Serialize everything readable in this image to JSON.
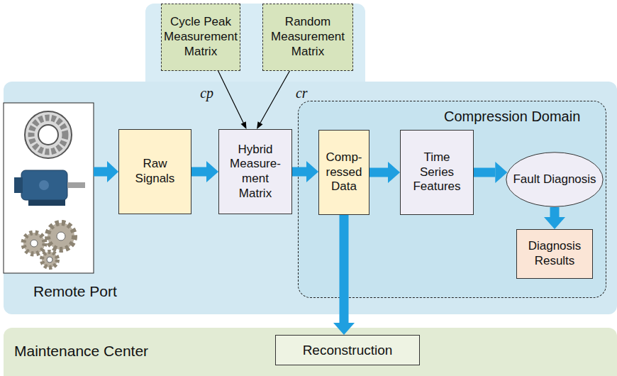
{
  "diagram": {
    "nodes": [
      {
        "text": [
          "Cycle Peak Measurement Matrix"
        ]
      },
      {
        "text": [
          "Random Measurement Matrix"
        ]
      },
      {
        "text": [
          "Remote Port"
        ]
      },
      {
        "text": [
          "Raw Signals"
        ],
        "in": 2
      },
      {
        "text": [
          "Hybrid Measure- ment Matrix"
        ],
        "in": 2
      },
      {
        "text": [
          "Compression Domain"
        ],
        "in": 2
      },
      {
        "text": [
          "Comp- ressed Data"
        ],
        "in": 5
      },
      {
        "text": [
          "Time Series Features"
        ],
        "in": 5
      },
      {
        "text": [
          "Fault Diagnosis"
        ],
        "in": 5
      },
      {
        "text": [
          "Diagnosis Results"
        ],
        "in": 5
      },
      {
        "text": [
          "Maintenance Center"
        ]
      },
      {
        "text": [
          "Reconstruction"
        ],
        "in": 10
      }
    ],
    "edges": [
      {
        "from": 0,
        "to": 4,
        "arrow": "to",
        "label": "cp"
      },
      {
        "from": 1,
        "to": 4,
        "arrow": "to",
        "label": "cr"
      },
      {
        "from": 3,
        "to": 4,
        "arrow": "to"
      },
      {
        "from": 4,
        "to": 6,
        "arrow": "to"
      },
      {
        "from": 6,
        "to": 7,
        "arrow": "to"
      },
      {
        "from": 7,
        "to": 8,
        "arrow": "to"
      },
      {
        "from": 8,
        "to": 9,
        "arrow": "to"
      },
      {
        "from": 6,
        "to": 11,
        "arrow": "to"
      }
    ]
  }
}
